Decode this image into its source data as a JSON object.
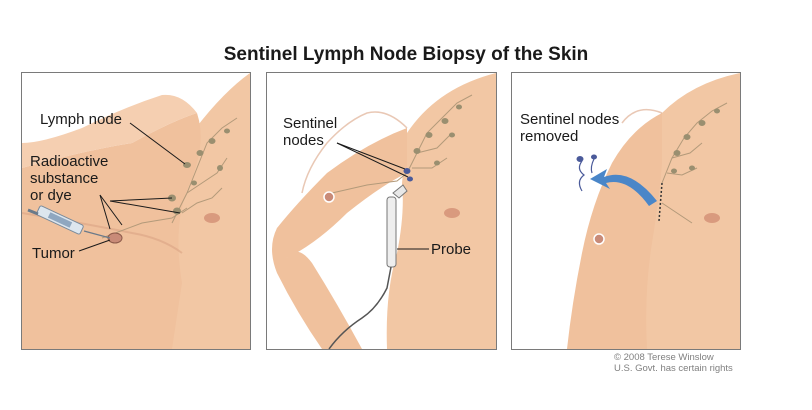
{
  "title": "Sentinel Lymph Node Biopsy of the Skin",
  "panels": [
    {
      "labels": {
        "lymph_node": "Lymph node",
        "radioactive": "Radioactive\nsubstance\nor dye",
        "tumor": "Tumor"
      }
    },
    {
      "labels": {
        "sentinel_nodes": "Sentinel\nnodes",
        "probe": "Probe"
      }
    },
    {
      "labels": {
        "sentinel_removed": "Sentinel nodes\nremoved"
      }
    }
  ],
  "credit": "© 2008 Terese Winslow\nU.S. Govt. has certain rights",
  "colors": {
    "skin": "#f2c7a4",
    "skin_shadow": "#dba384",
    "node": "#9a8f70",
    "arrow": "#4a86c8"
  }
}
